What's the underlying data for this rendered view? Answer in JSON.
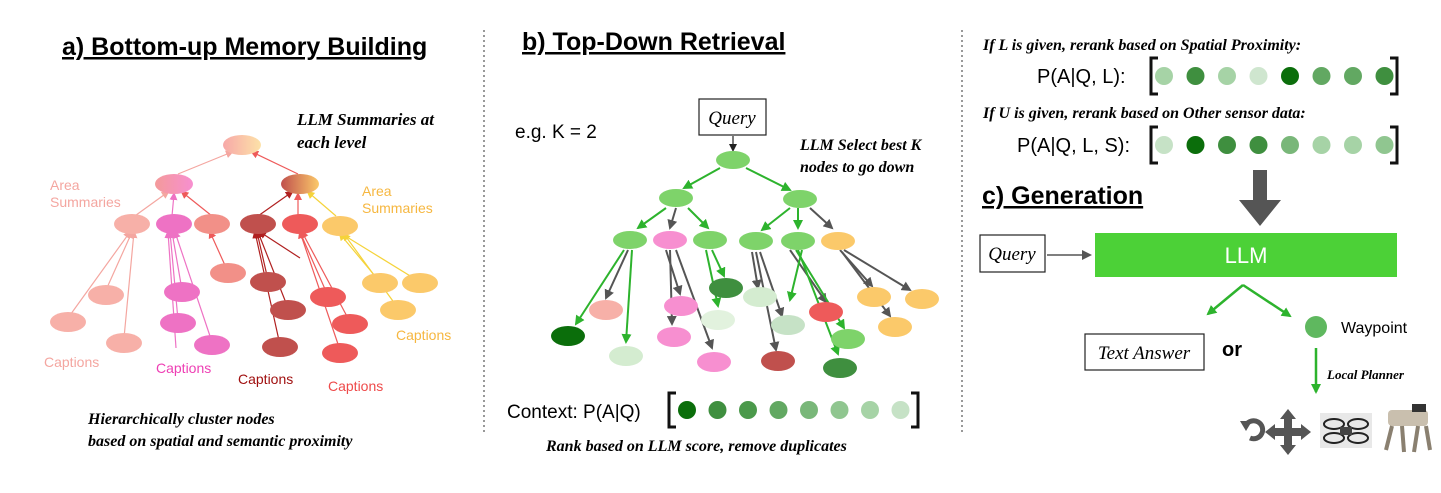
{
  "panel_a": {
    "title": "a) Bottom-up Memory Building",
    "llm_summaries": [
      "LLM Summaries at",
      "each level"
    ],
    "area_summaries_left": [
      "Area",
      "Summaries"
    ],
    "area_summaries_right": [
      "Area",
      "Summaries"
    ],
    "captions": [
      "Captions",
      "Captions",
      "Captions",
      "Captions",
      "Captions"
    ],
    "footer": [
      "Hierarchically cluster nodes",
      "based on spatial and semantic proximity"
    ]
  },
  "panel_b": {
    "title": "b) Top-Down Retrieval",
    "example_k": "e.g. K = 2",
    "query": "Query",
    "select_note": [
      "LLM Select best K",
      "nodes to go down"
    ],
    "context_label": "Context: P(A|Q)",
    "footer": "Rank based on LLM score, remove duplicates"
  },
  "panel_c": {
    "spatial_note": "If L is given, rerank based on Spatial Proximity:",
    "spatial_formula": "P(A|Q, L):",
    "sensor_note": "If U is given, rerank based on Other sensor data:",
    "sensor_formula": "P(A|Q, L, S):",
    "generation_title": "c) Generation",
    "query": "Query",
    "llm": "LLM",
    "text_answer": "Text Answer",
    "or": "or",
    "waypoint": "Waypoint",
    "local_planner": "Local Planner"
  },
  "colors": {
    "green_bright": "#4cd137",
    "green_dark": "#0b6e0b",
    "arrow_gray": "#555555",
    "pink_light": "#f4a6a0",
    "magenta": "#ee72c4",
    "dark_red": "#c0504d",
    "orange": "#fbc96a"
  },
  "chart_data": {
    "type": "diagram",
    "context_ranking": [
      "#0b6e0b",
      "#3f8f3f",
      "#4b994b",
      "#62a862",
      "#79b779",
      "#90c690",
      "#a6d3a6",
      "#c6e2c6"
    ],
    "spatial_ranking": [
      "#a6d3a6",
      "#3f8f3f",
      "#a6d3a6",
      "#cfe6cf",
      "#0b6e0b",
      "#62a862",
      "#62a862",
      "#3f8f3f"
    ],
    "sensor_ranking": [
      "#c6e2c6",
      "#0b6e0b",
      "#3f8f3f",
      "#3f8f3f",
      "#79b779",
      "#a6d3a6",
      "#a6d3a6",
      "#90c690"
    ]
  }
}
